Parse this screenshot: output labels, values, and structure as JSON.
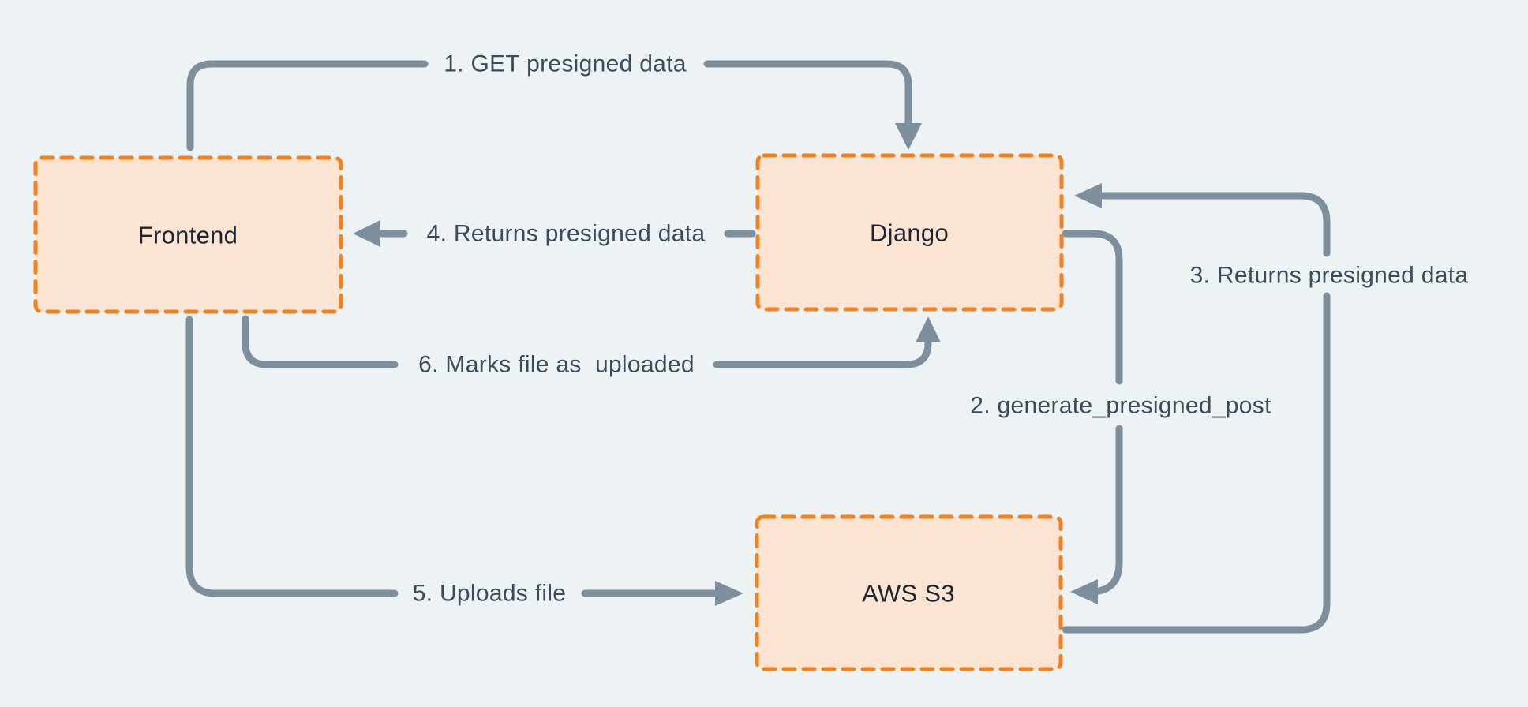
{
  "diagram": {
    "colors": {
      "background": "#edf2f5",
      "line": "#7d8f9c",
      "label": "#3b4c58",
      "node_fill": "#fce4d3",
      "node_border": "#f5801e",
      "node_text": "#1b2530"
    },
    "nodes": [
      {
        "id": "frontend",
        "label": "Frontend"
      },
      {
        "id": "django",
        "label": "Django"
      },
      {
        "id": "aws-s3",
        "label": "AWS S3"
      }
    ],
    "edges": [
      {
        "id": "1",
        "label": "1. GET presigned data",
        "from": "frontend",
        "to": "django"
      },
      {
        "id": "2",
        "label": "2. generate_presigned_post",
        "from": "django",
        "to": "aws-s3"
      },
      {
        "id": "3",
        "label": "3. Returns presigned data",
        "from": "aws-s3",
        "to": "django"
      },
      {
        "id": "4",
        "label": "4. Returns presigned data",
        "from": "django",
        "to": "frontend"
      },
      {
        "id": "5",
        "label": "5. Uploads file",
        "from": "frontend",
        "to": "aws-s3"
      },
      {
        "id": "6",
        "label": "6. Marks file as  uploaded",
        "from": "frontend",
        "to": "django"
      }
    ]
  }
}
